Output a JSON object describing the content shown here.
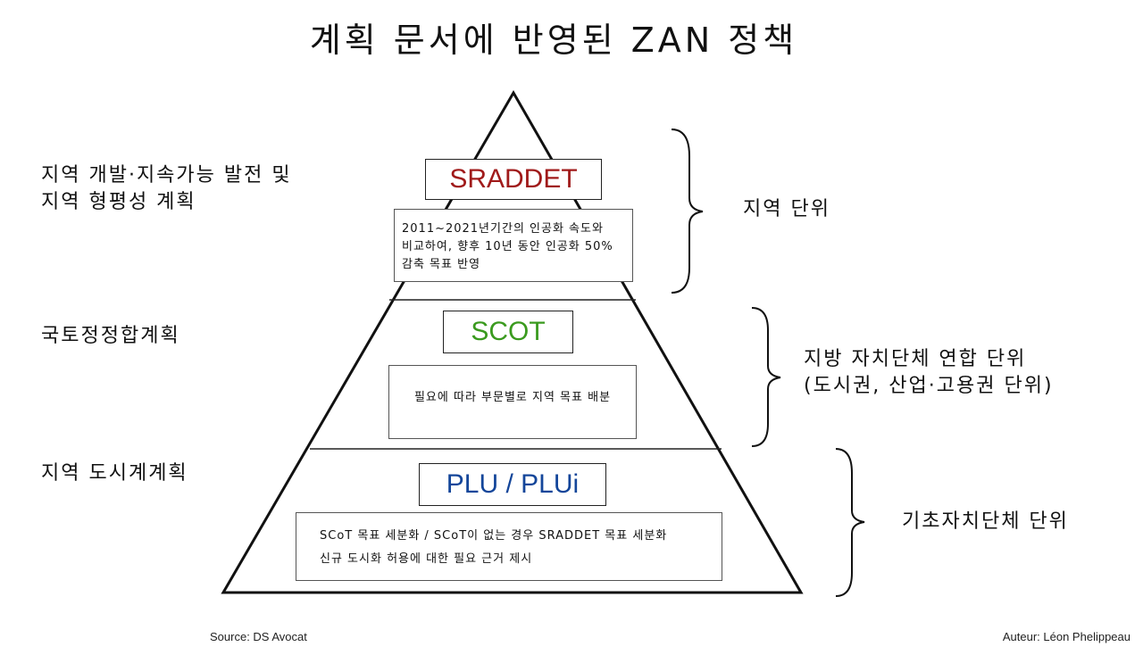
{
  "title": "계획 문서에 반영된 ZAN 정책",
  "colors": {
    "sraddet": "#a01a1a",
    "scot": "#3a9a1e",
    "plu": "#14469a"
  },
  "levels": [
    {
      "name": "SRADDET",
      "left_label": [
        "지역 개발·지속가능 발전 및",
        "지역 형평성 계획"
      ],
      "description": [
        "2011~2021년기간의 인공화 속도와",
        "비교하여, 향후 10년 동안 인공화 50%",
        "감축 목표 반영"
      ],
      "right_label": [
        "지역 단위"
      ]
    },
    {
      "name": "SCOT",
      "left_label": [
        "국토정정합계획"
      ],
      "description": [
        "필요에 따라 부문별로 지역 목표 배분"
      ],
      "right_label": [
        "지방 자치단체 연합 단위",
        "(도시권, 산업·고용권 단위)"
      ]
    },
    {
      "name": "PLU / PLUi",
      "left_label": [
        "지역 도시계계획"
      ],
      "description": [
        "SCoT 목표 세분화 / SCoT이 없는 경우 SRADDET 목표 세분화",
        "신규 도시화 허용에 대한 필요 근거 제시"
      ],
      "right_label": [
        "기초자치단체 단위"
      ]
    }
  ],
  "footer": {
    "source": "Source: DS Avocat",
    "author": "Auteur: Léon Phelippeau"
  }
}
